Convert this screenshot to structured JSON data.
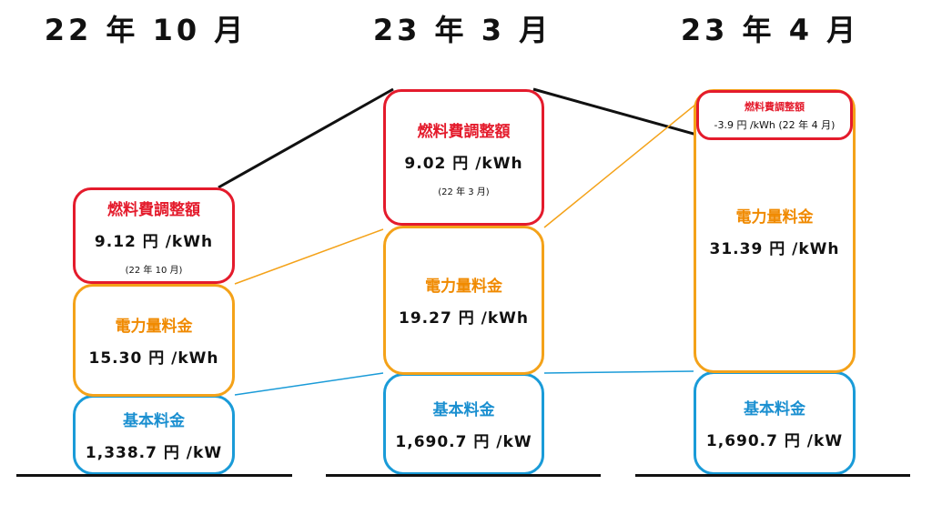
{
  "columns": [
    {
      "title": "22 年 10 月",
      "fuel": {
        "label": "燃料費調整額",
        "value": "9.12 円 /kWh",
        "note": "(22 年 10 月)"
      },
      "energy": {
        "label": "電力量料金",
        "value": "15.30 円 /kWh"
      },
      "basic": {
        "label": "基本料金",
        "value": "1,338.7 円 /kW"
      }
    },
    {
      "title": "23 年 3 月",
      "fuel": {
        "label": "燃料費調整額",
        "value": "9.02 円 /kWh",
        "note": "(22 年 3 月)"
      },
      "energy": {
        "label": "電力量料金",
        "value": "19.27 円 /kWh"
      },
      "basic": {
        "label": "基本料金",
        "value": "1,690.7 円 /kW"
      }
    },
    {
      "title": "23 年 4 月",
      "fuel": {
        "label": "燃料費調整額",
        "value": "-3.9 円 /kWh (22 年 4 月)"
      },
      "energy": {
        "label": "電力量料金",
        "value": "31.39 円 /kWh"
      },
      "basic": {
        "label": "基本料金",
        "value": "1,690.7 円 /kW"
      }
    }
  ],
  "colors": {
    "fuel": "#e41b2c",
    "energy": "#f4a219",
    "basic": "#1a9bd8",
    "connector_black": "#111111"
  }
}
